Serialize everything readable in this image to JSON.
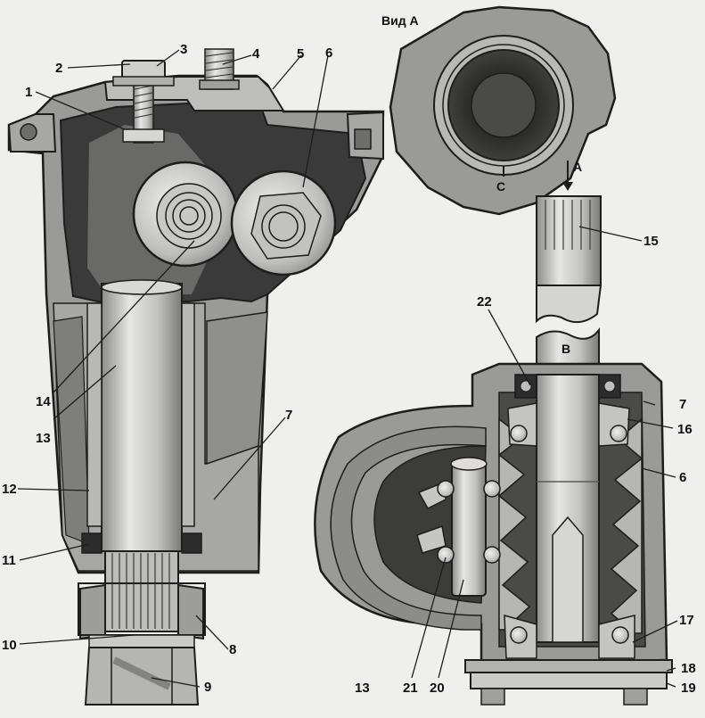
{
  "view_caption": "Вид А",
  "letters": {
    "arrow": "А",
    "section_b": "В",
    "mark_c": "С"
  },
  "callouts": [
    "1",
    "2",
    "3",
    "4",
    "5",
    "6",
    "7",
    "8",
    "9",
    "10",
    "11",
    "12",
    "13",
    "14",
    "15",
    "16",
    "17",
    "18",
    "19",
    "20",
    "21",
    "22"
  ],
  "colors": {
    "background": "#efefed",
    "casting": "#9a9a98",
    "cavity": "#3a3a3a",
    "metal_light": "#d4d4d2",
    "metal_mid": "#b4b4b2",
    "outline": "#1d1d1d"
  }
}
